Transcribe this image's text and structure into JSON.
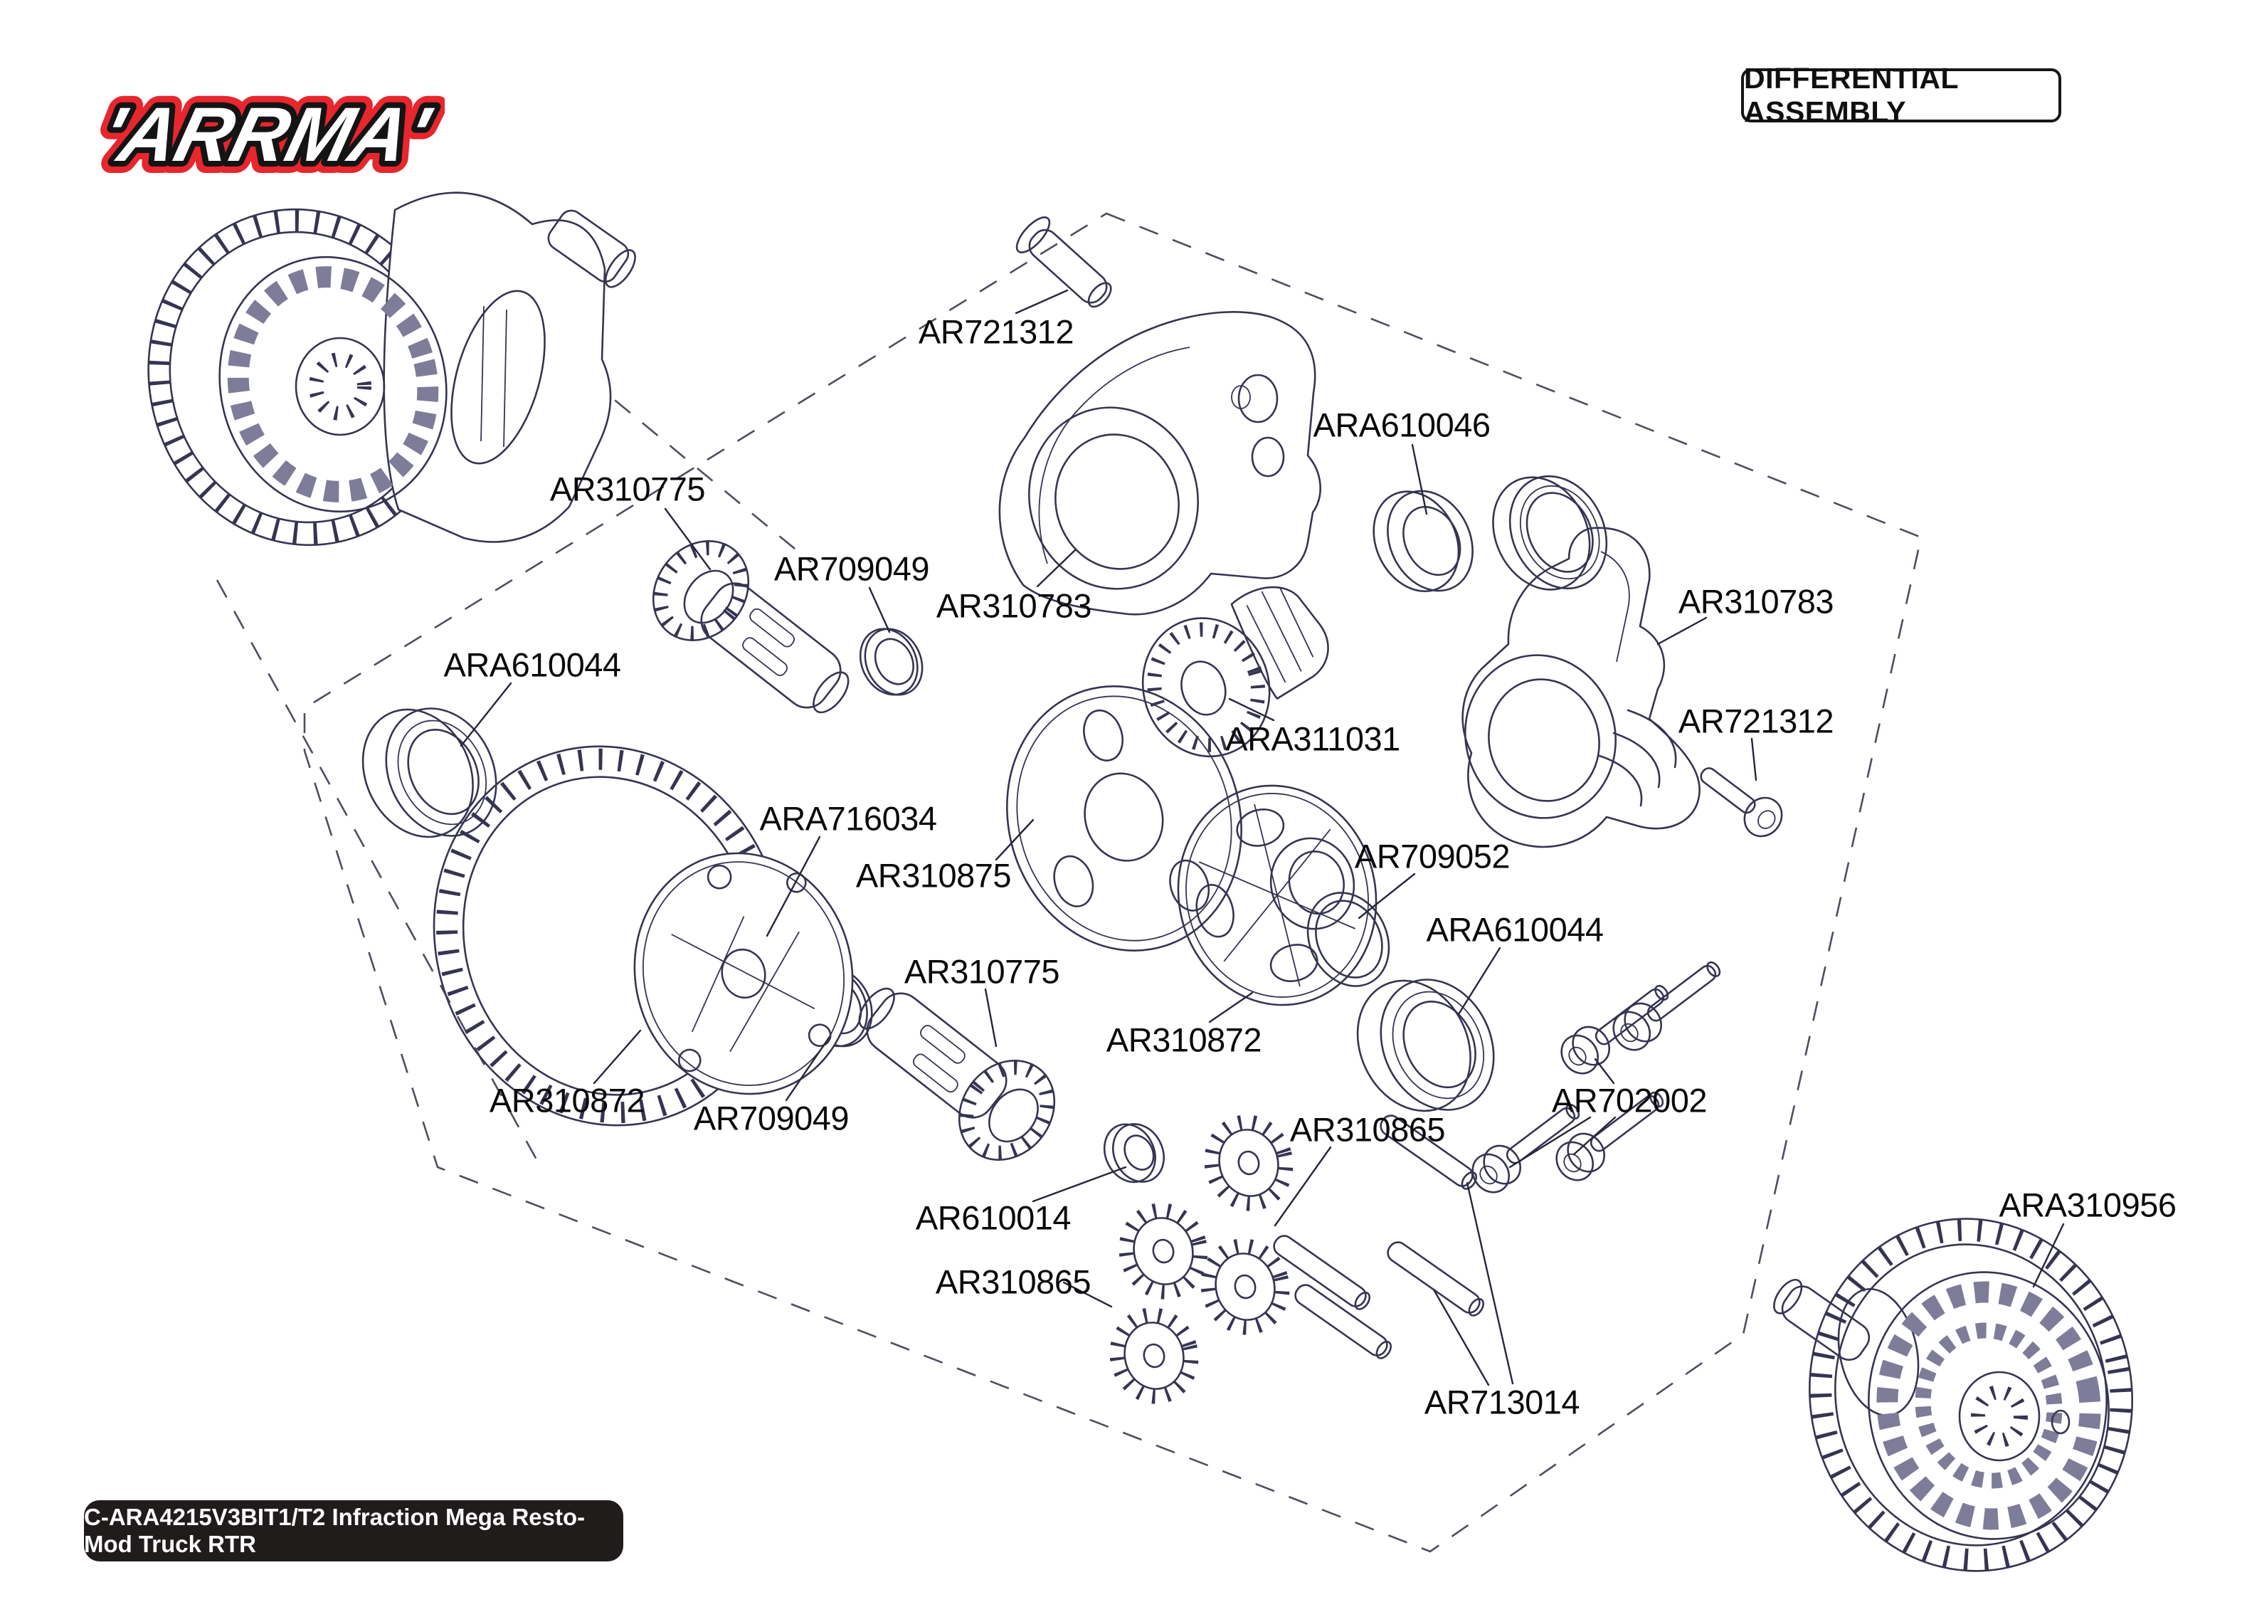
{
  "brand": {
    "logo_text": "'ARRMA'"
  },
  "header": {
    "title": "DIFFERENTIAL ASSEMBLY"
  },
  "footer": {
    "product_code": "C-ARA4215V3BIT1/T2 Infraction Mega Resto-Mod Truck RTR"
  },
  "diagram": {
    "part_labels": [
      {
        "id": "ar721312-top",
        "text": "AR721312"
      },
      {
        "id": "ara610046",
        "text": "ARA610046"
      },
      {
        "id": "ar310775-upper",
        "text": "AR310775"
      },
      {
        "id": "ar709049-upper",
        "text": "AR709049"
      },
      {
        "id": "ar310783-left",
        "text": "AR310783"
      },
      {
        "id": "ara610044-left",
        "text": "ARA610044"
      },
      {
        "id": "ara311031",
        "text": "ARA311031"
      },
      {
        "id": "ar310783-right",
        "text": "AR310783"
      },
      {
        "id": "ar721312-right",
        "text": "AR721312"
      },
      {
        "id": "ara716034",
        "text": "ARA716034"
      },
      {
        "id": "ar310875",
        "text": "AR310875"
      },
      {
        "id": "ar709052",
        "text": "AR709052"
      },
      {
        "id": "ara610044-right",
        "text": "ARA610044"
      },
      {
        "id": "ar310775-lower",
        "text": "AR310775"
      },
      {
        "id": "ar310872-center",
        "text": "AR310872"
      },
      {
        "id": "ar310872-left",
        "text": "AR310872"
      },
      {
        "id": "ar709049-lower",
        "text": "AR709049"
      },
      {
        "id": "ar702002",
        "text": "AR702002"
      },
      {
        "id": "ar310865-right",
        "text": "AR310865"
      },
      {
        "id": "ar610014",
        "text": "AR610014"
      },
      {
        "id": "ar310865-left",
        "text": "AR310865"
      },
      {
        "id": "ar713014",
        "text": "AR713014"
      },
      {
        "id": "ara310956",
        "text": "ARA310956"
      }
    ]
  }
}
